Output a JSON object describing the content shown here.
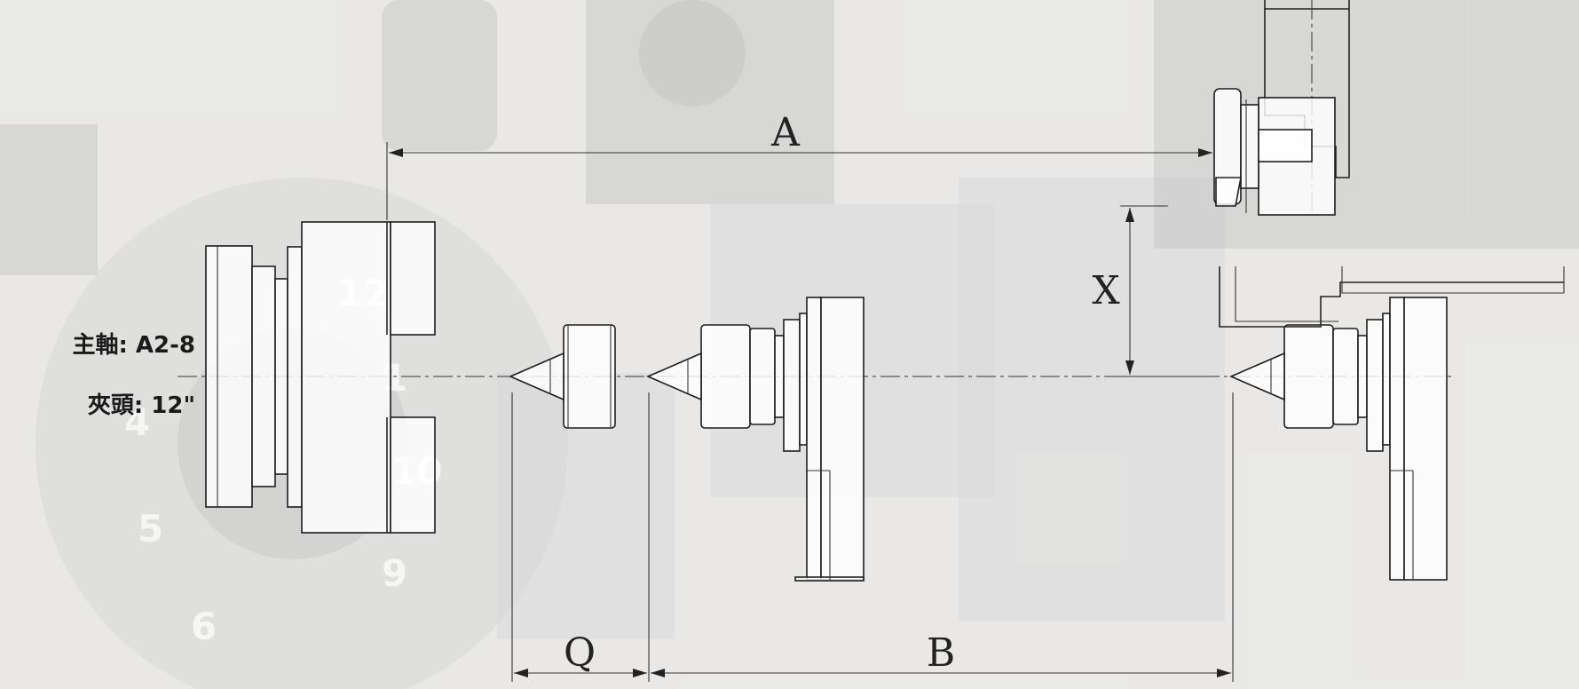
{
  "spindle": {
    "label": "主軸: A2-8"
  },
  "chuck": {
    "label": "夾頭: 12\""
  },
  "dimensions": {
    "A": "A",
    "X": "X",
    "Q": "Q",
    "B": "B"
  },
  "colors": {
    "line": "#222222",
    "background": "#f7f6f4"
  }
}
